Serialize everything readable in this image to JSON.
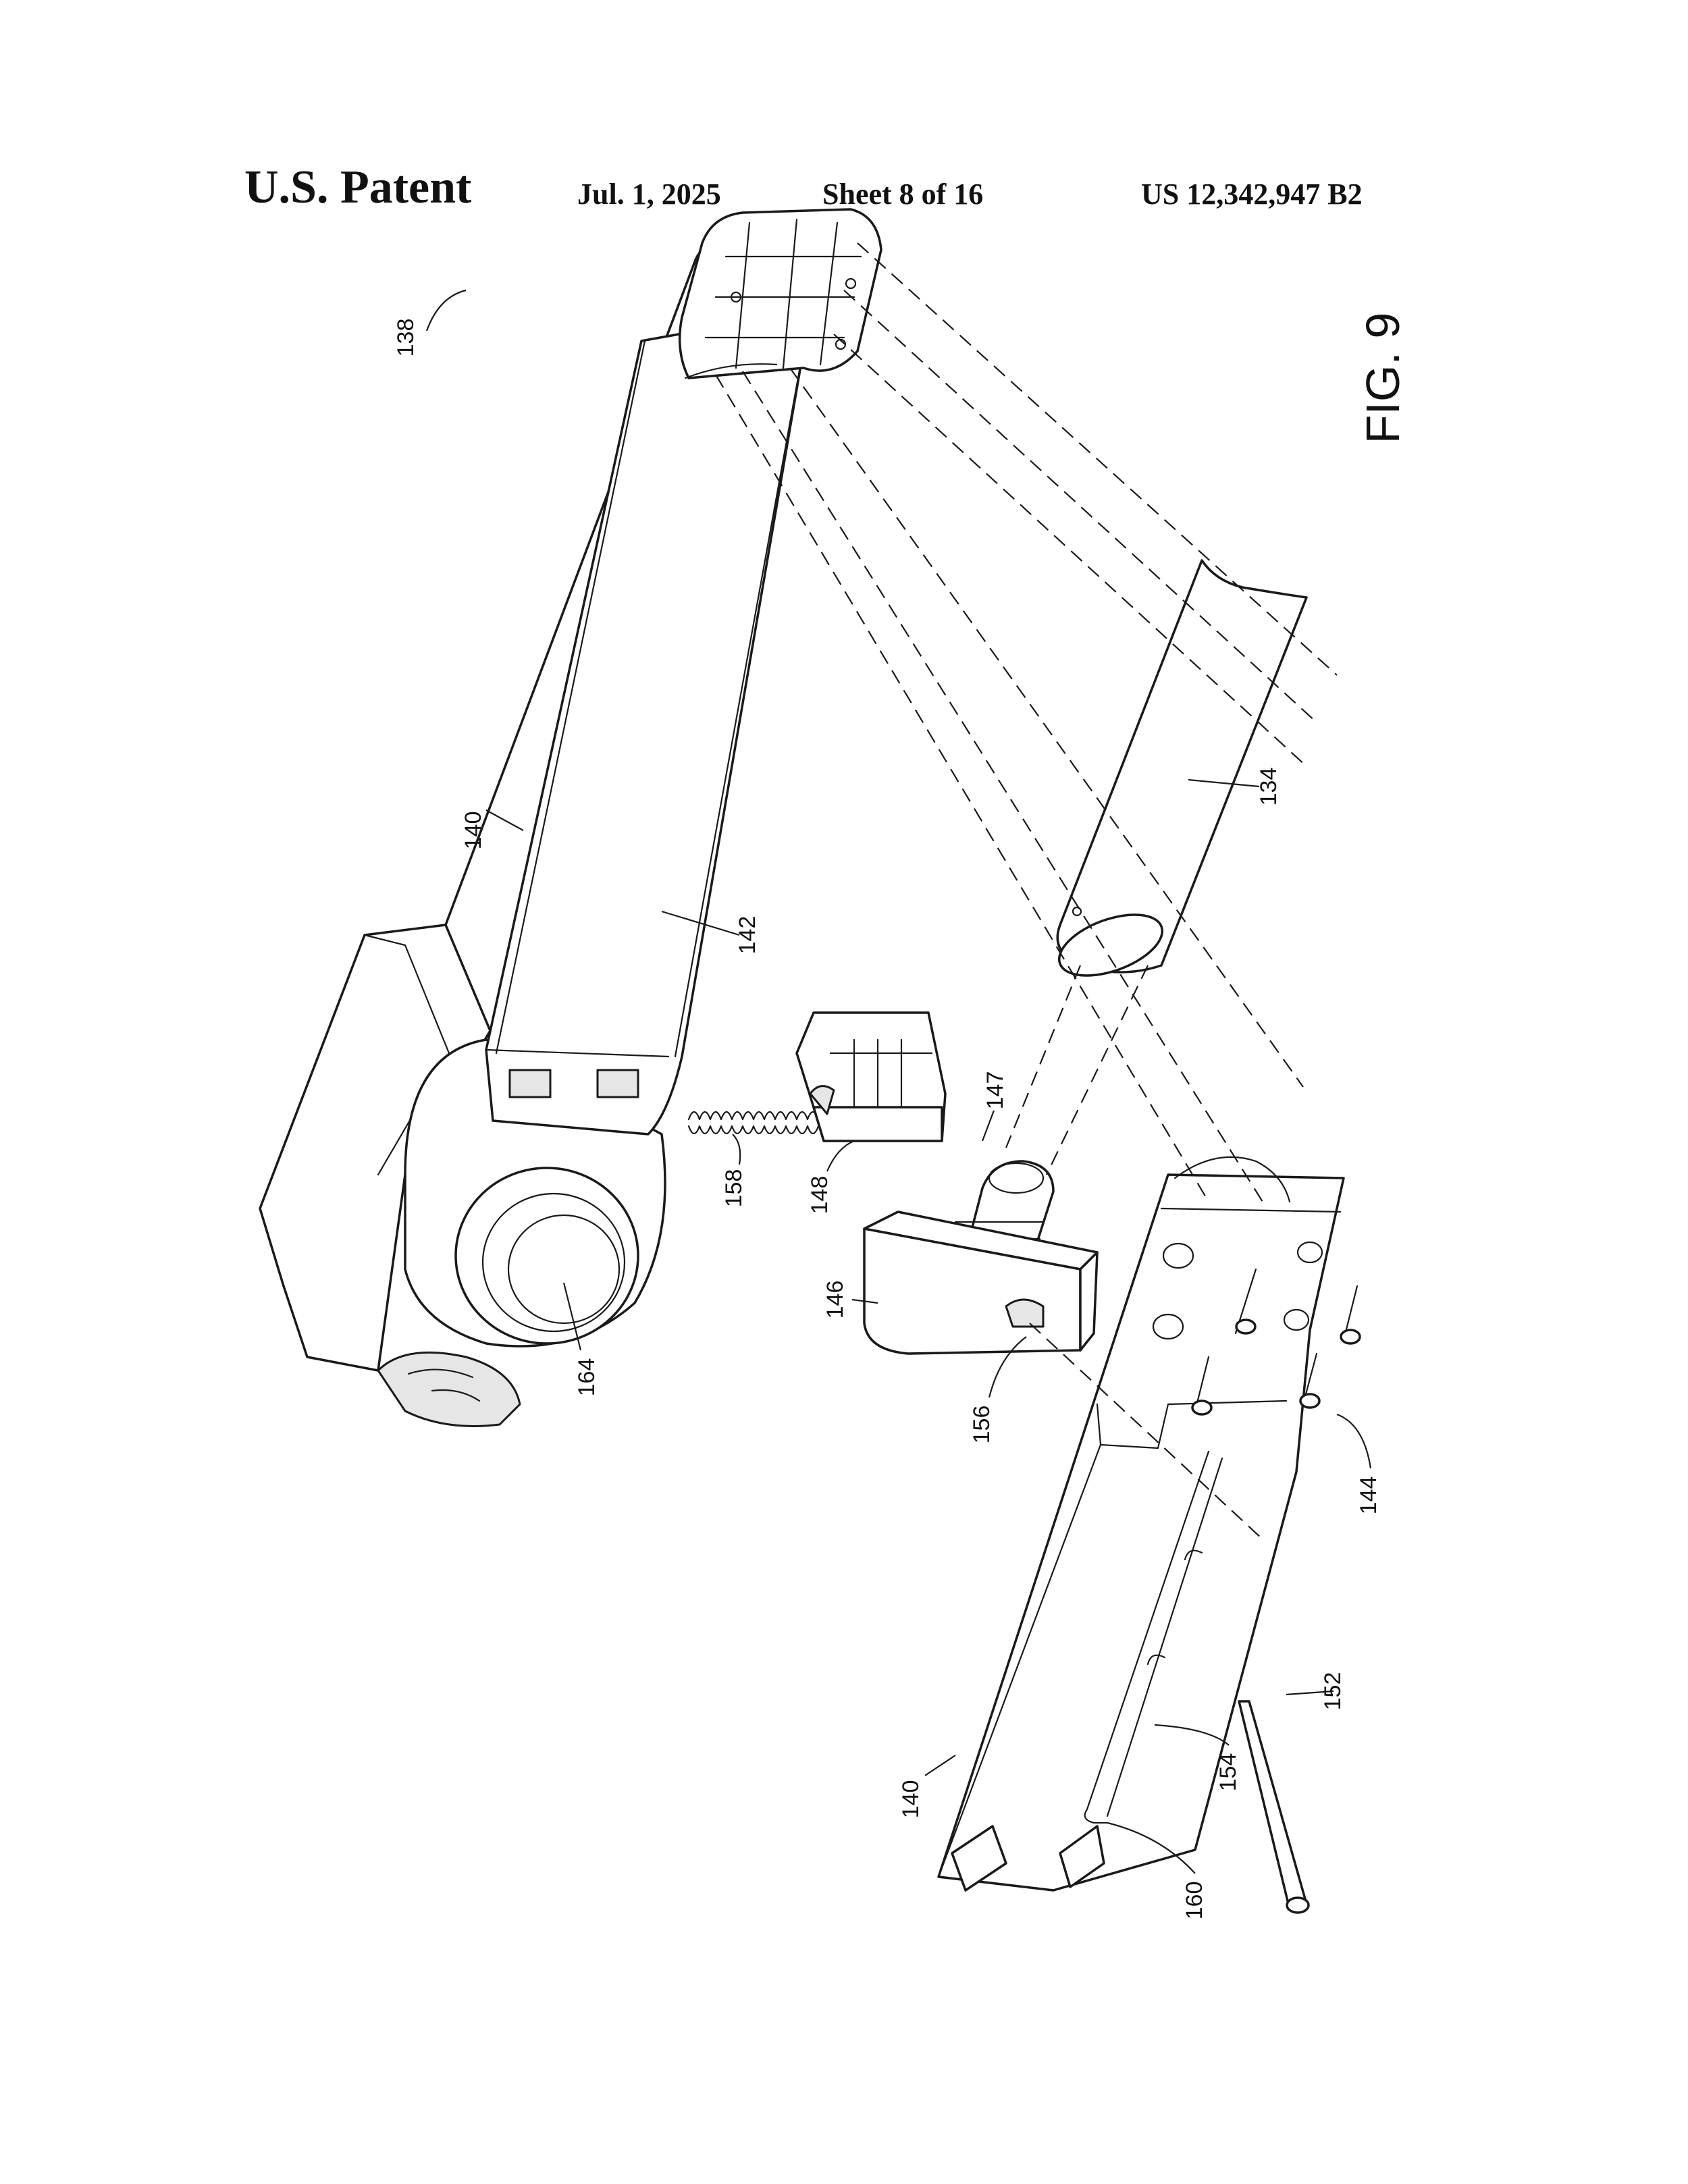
{
  "header": {
    "title": "U.S. Patent",
    "date": "Jul. 1, 2025",
    "sheet": "Sheet 8 of 16",
    "patent_number": "US 12,342,947 B2"
  },
  "figure": {
    "label": "FIG. 9"
  },
  "reference_numerals": {
    "r138": "138",
    "r140_top": "140",
    "r142": "142",
    "r134": "134",
    "r147": "147",
    "r148": "148",
    "r158": "158",
    "r146": "146",
    "r164": "164",
    "r156": "156",
    "r144": "144",
    "r152": "152",
    "r154": "154",
    "r160": "160",
    "r140_bottom": "140"
  }
}
